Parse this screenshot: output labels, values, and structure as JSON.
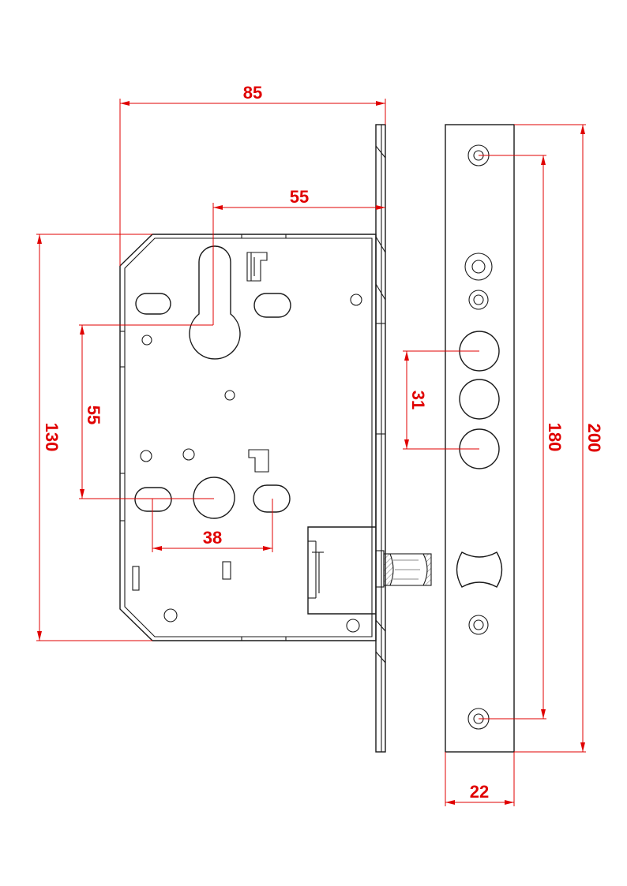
{
  "dimensions": {
    "case_width": "85",
    "backset": "55",
    "case_height": "130",
    "handle_to_key": "55",
    "side_spacing": "38",
    "faceplate_hole_spacing": "31",
    "faceplate_screw_spacing": "180",
    "faceplate_height": "200",
    "faceplate_width": "22"
  },
  "colors": {
    "dimension": "#e00000",
    "outline": "#1a1a1a"
  }
}
